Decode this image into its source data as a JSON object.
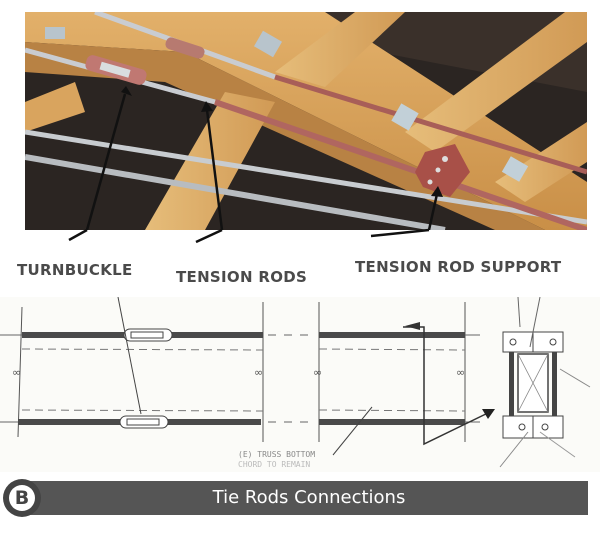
{
  "photo": {
    "description": "Roof framing with tension rods, turnbuckle and tension rod support"
  },
  "labels": {
    "turnbuckle": "TURNBUCKLE",
    "tension_rods": "TENSION RODS",
    "tension_rod_support": "TENSION ROD SUPPORT"
  },
  "drawing": {
    "note_line1": "(E) TRUSS BOTTOM",
    "note_line2": "CHORD TO REMAIN"
  },
  "caption": {
    "badge_letter": "B",
    "title": "Tie Rods Connections"
  },
  "colors": {
    "caption_bar": "#555555",
    "label_text": "#4a4a4a",
    "rod_red": "#b0605a",
    "wood": "#d9a45e"
  }
}
